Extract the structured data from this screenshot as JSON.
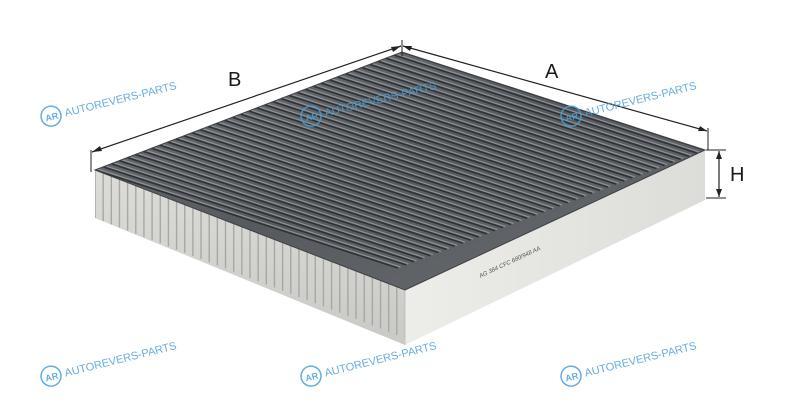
{
  "watermark": {
    "text": "AUTOREVERS-PARTS",
    "logo": "AR",
    "color": "#4a9fd8"
  },
  "dimensions": {
    "a_label": "A",
    "b_label": "B",
    "h_label": "H"
  },
  "filter": {
    "side_print": "AG 384 CFC   680/948 AA",
    "media_color": "#5c5f63",
    "frame_color": "#e6e6e3"
  }
}
